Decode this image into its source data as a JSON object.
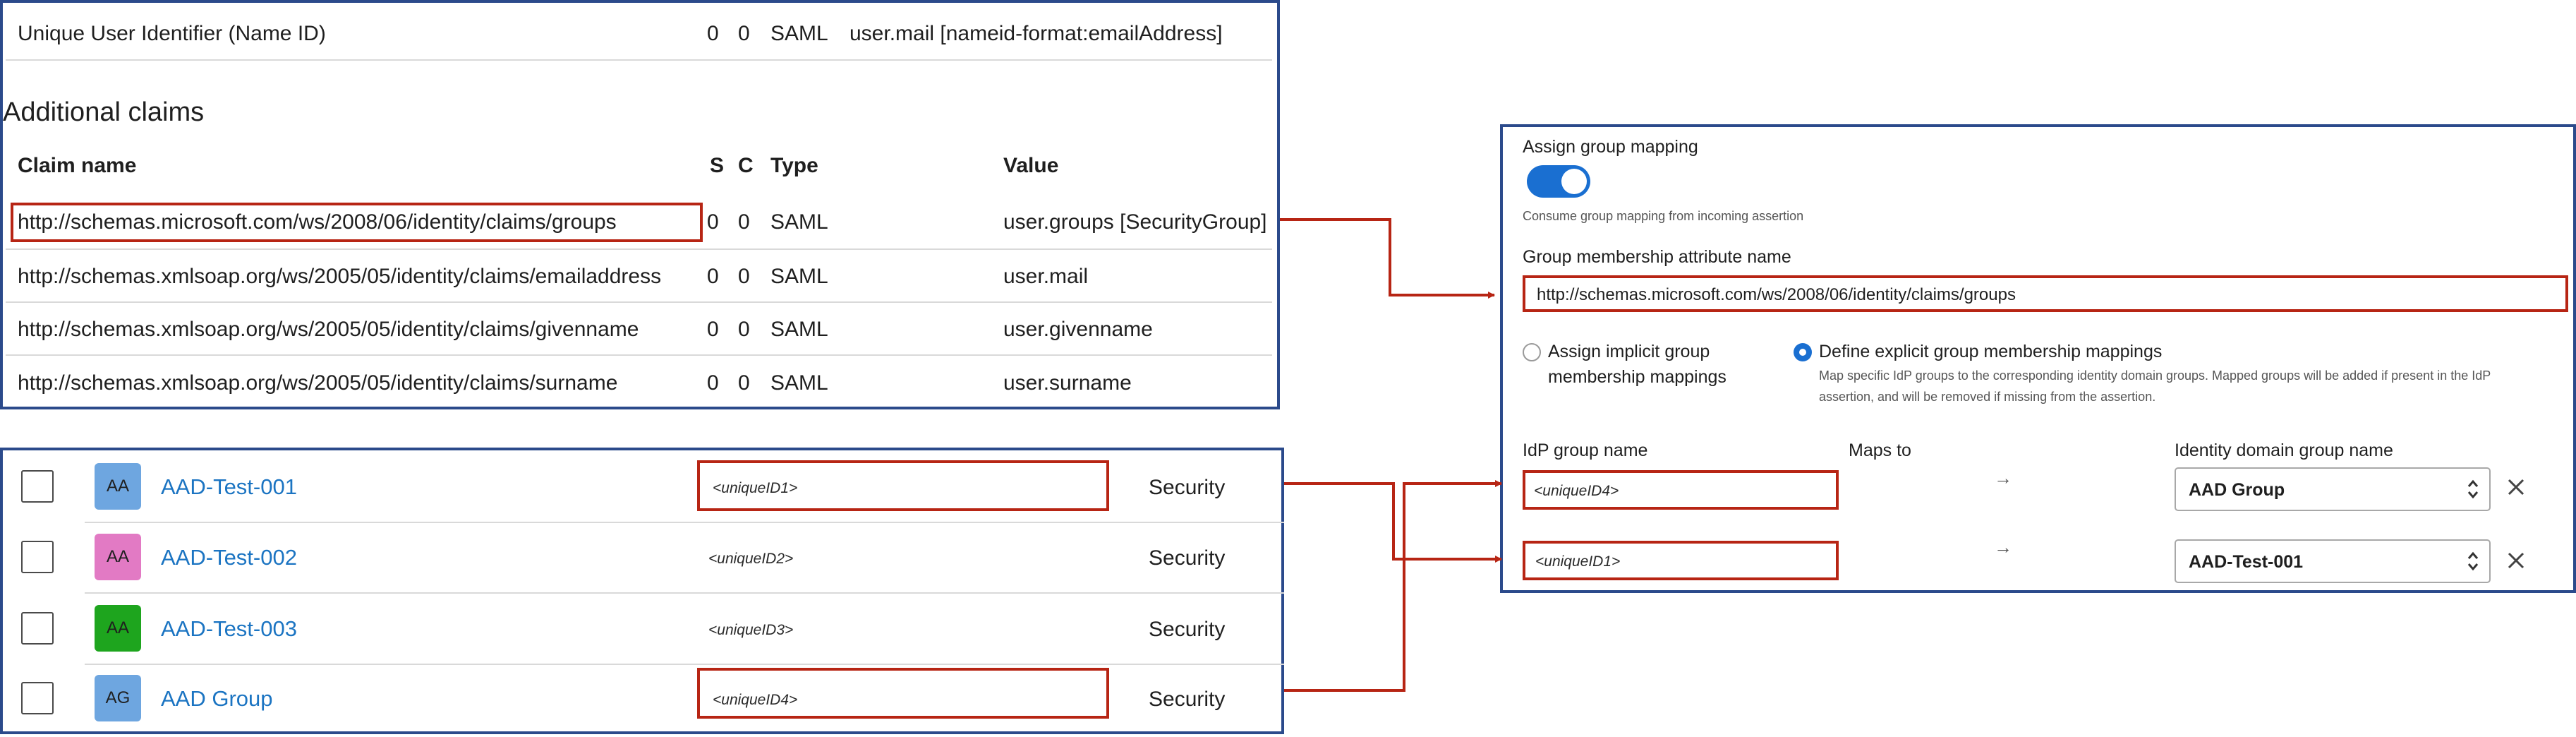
{
  "claims_panel": {
    "required_claim": {
      "name": "Unique User Identifier (Name ID)",
      "s": "0",
      "c": "0",
      "type": "SAML",
      "value": "user.mail [nameid-format:emailAddress]"
    },
    "section_title": "Additional claims",
    "headers": {
      "claim_name": "Claim name",
      "s": "S",
      "c": "C",
      "type": "Type",
      "value": "Value"
    },
    "rows": [
      {
        "name": "http://schemas.microsoft.com/ws/2008/06/identity/claims/groups",
        "s": "0",
        "c": "0",
        "type": "SAML",
        "value": "user.groups [SecurityGroup]"
      },
      {
        "name": "http://schemas.xmlsoap.org/ws/2005/05/identity/claims/emailaddress",
        "s": "0",
        "c": "0",
        "type": "SAML",
        "value": "user.mail"
      },
      {
        "name": "http://schemas.xmlsoap.org/ws/2005/05/identity/claims/givenname",
        "s": "0",
        "c": "0",
        "type": "SAML",
        "value": "user.givenname"
      },
      {
        "name": "http://schemas.xmlsoap.org/ws/2005/05/identity/claims/surname",
        "s": "0",
        "c": "0",
        "type": "SAML",
        "value": "user.surname"
      }
    ]
  },
  "groups_panel": {
    "rows": [
      {
        "initials": "AA",
        "name": "AAD-Test-001",
        "id": "<uniqueID1>",
        "type": "Security",
        "avatar_color": "#6ea6e0"
      },
      {
        "initials": "AA",
        "name": "AAD-Test-002",
        "id": "<uniqueID2>",
        "type": "Security",
        "avatar_color": "#e27ac4"
      },
      {
        "initials": "AA",
        "name": "AAD-Test-003",
        "id": "<uniqueID3>",
        "type": "Security",
        "avatar_color": "#1ea51e"
      },
      {
        "initials": "AG",
        "name": "AAD Group",
        "id": "<uniqueID4>",
        "type": "Security",
        "avatar_color": "#6ea6e0"
      }
    ]
  },
  "mapping_panel": {
    "assign_label": "Assign group mapping",
    "toggle_on": true,
    "toggle_desc": "Consume group mapping from incoming assertion",
    "attr_label": "Group membership attribute name",
    "attr_value": "http://schemas.microsoft.com/ws/2008/06/identity/claims/groups",
    "radio_implicit": {
      "line1": "Assign implicit group",
      "line2": "membership mappings",
      "selected": false
    },
    "radio_explicit": {
      "label": "Define explicit group membership mappings",
      "desc1": "Map specific IdP groups to the corresponding identity domain groups. Mapped groups will be added if present in the IdP",
      "desc2": "assertion, and will be removed if missing from the assertion.",
      "selected": true
    },
    "col_idp": "IdP group name",
    "col_maps": "Maps to",
    "col_domain": "Identity domain group name",
    "mappings": [
      {
        "idp_value": "<uniqueID4>",
        "arrow": "→",
        "domain_group": "AAD Group"
      },
      {
        "idp_value": "<uniqueID1>",
        "arrow": "→",
        "domain_group": "AAD-Test-001"
      }
    ]
  },
  "colors": {
    "panel_border": "#2b4a8b",
    "highlight": "#b72514",
    "link": "#1b74c2",
    "toggle": "#1a6fd1"
  }
}
